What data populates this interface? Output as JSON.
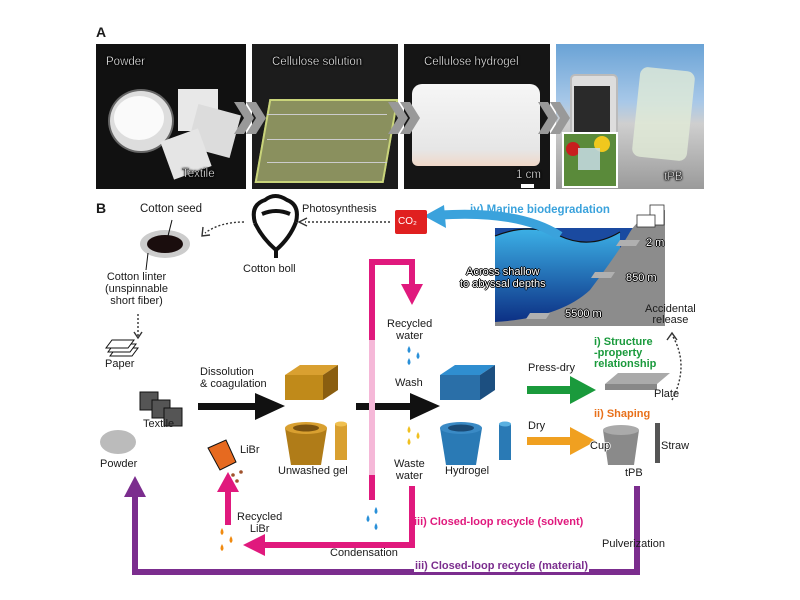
{
  "panels": {
    "a_label": "A",
    "b_label": "B"
  },
  "photos": [
    {
      "label": "Powder",
      "sub_label": "Textile"
    },
    {
      "label": "Cellulose solution"
    },
    {
      "label": "Cellulose hydrogel",
      "scale_bar": "1 cm"
    },
    {
      "label": "tPB"
    }
  ],
  "cycle": {
    "cotton_seed": "Cotton seed",
    "photosynthesis": "Photosynthesis",
    "co2": "CO₂",
    "cotton_boll": "Cotton boll",
    "cotton_linter": [
      "Cotton linter",
      "(unspinnable",
      "short fiber)"
    ],
    "marine": "iv) Marine biodegradation",
    "depths_label": [
      "Across shallow",
      "to abyssal depths"
    ],
    "depths": [
      "2 m",
      "850 m",
      "5500 m"
    ],
    "accidental": [
      "Accidental",
      "release"
    ],
    "paper": "Paper",
    "textile": "Textile",
    "powder": "Powder",
    "dissolution": [
      "Dissolution",
      "& coagulation"
    ],
    "libr": "LiBr",
    "unwashed_gel": "Unwashed gel",
    "recycled_water": [
      "Recycled",
      "water"
    ],
    "wash": "Wash",
    "waste_water": [
      "Waste",
      "water"
    ],
    "hydrogel": "Hydrogel",
    "press_dry": "Press-dry",
    "dry": "Dry",
    "structure": [
      "i) Structure",
      "-property",
      "relationship"
    ],
    "shaping": "ii) Shaping",
    "plate": "Plate",
    "cup": "Cup",
    "straw": "Straw",
    "tpb": "tPB",
    "recycled_libr": [
      "Recycled",
      "LiBr"
    ],
    "condensation": "Condensation",
    "solvent_loop": "iii) Closed-loop recycle (solvent)",
    "pulverization": "Pulverization",
    "material_loop": "iii) Closed-loop recycle (material)"
  },
  "colors": {
    "magenta": "#e0197d",
    "purple": "#7b2d8e",
    "blue_arrow": "#3aa2dc",
    "green": "#1a9a3c",
    "orange": "#f0a020",
    "co2_red": "#e02020",
    "gel_brown": "#c08a1a",
    "hydrogel_blue": "#2a7ab5"
  }
}
